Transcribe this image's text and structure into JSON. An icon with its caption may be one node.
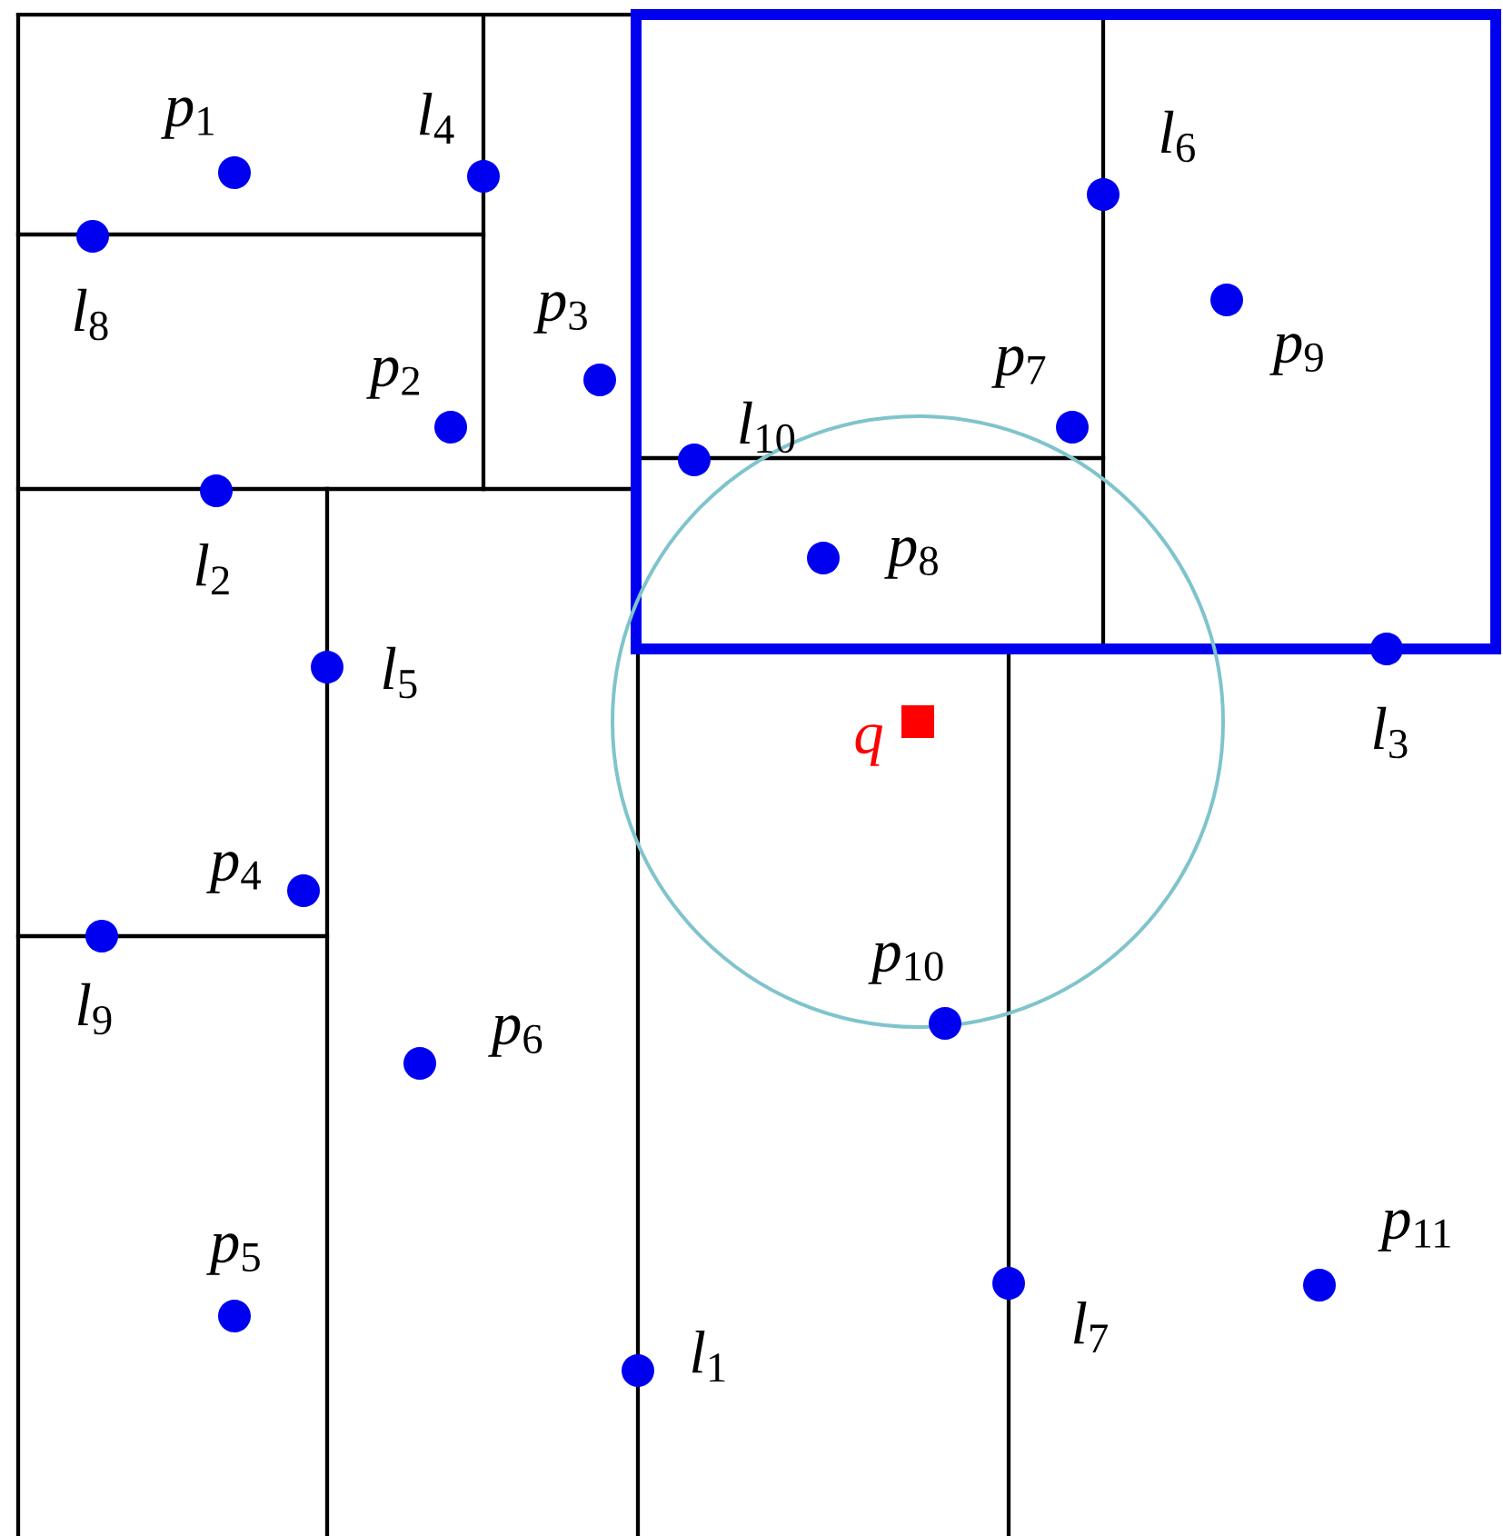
{
  "diagram": {
    "labels": [
      "*p*$_{1}$",
      "*l*$_{4}$",
      "*l*$_{6}$",
      "*p*$_{3}$",
      "*l*$_{8}$",
      "*p*$_{9}$",
      "*p*$_{7}$",
      "*p*$_{2}$",
      "*l*$_{10}$",
      "*p*$_{8}$",
      "*l*$_{2}$",
      "*l*$_{5}$",
      "*l*$_{3}$",
      "*q*",
      "*p*$_{4}$",
      "*p*$_{10}$",
      "*l*$_{9}$",
      "*p*$_{6}$",
      "*p*$_{11}$",
      "*p*$_{5}$",
      "*l*$_{7}$",
      "*l*$_{1}$"
    ]
  }
}
